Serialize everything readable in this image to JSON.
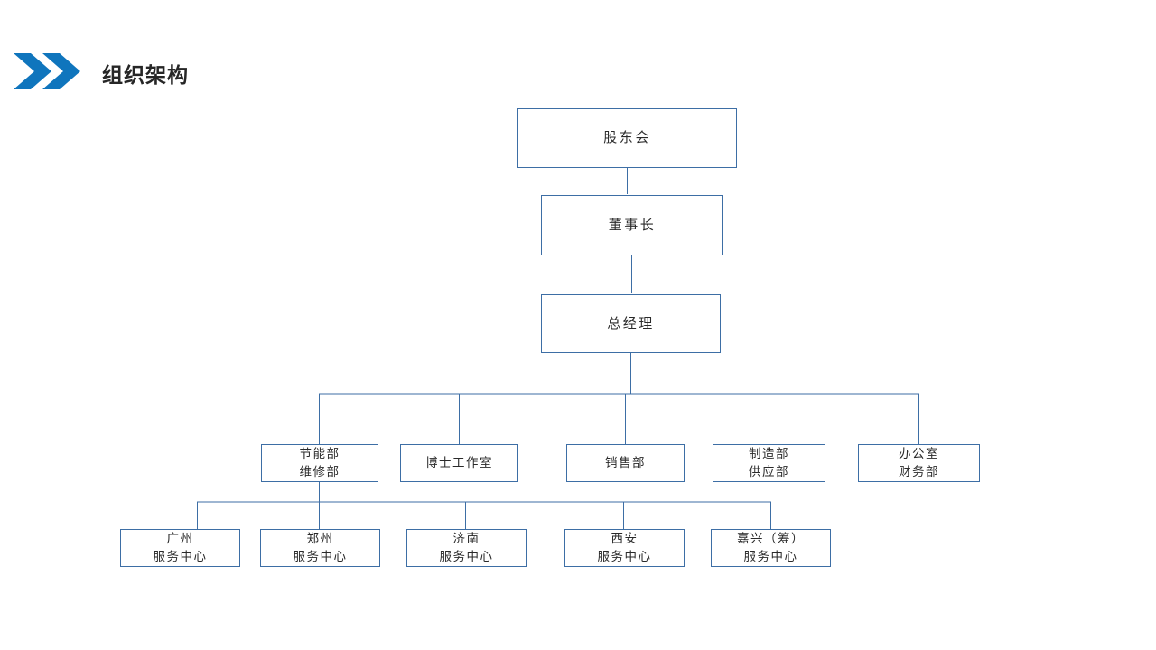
{
  "header": {
    "title": "组织架构",
    "chevron_icon": "double-chevron-right-icon",
    "accent_color": "#0f75bd",
    "title_color": "#262626"
  },
  "chart_data": {
    "type": "diagram",
    "subtype": "org-chart",
    "title": "组织架构",
    "line_color": "#3d6ea5",
    "box_fill": "#ffffff",
    "levels": [
      {
        "level": 0,
        "nodes": [
          "股东会"
        ]
      },
      {
        "level": 1,
        "nodes": [
          "董事长"
        ]
      },
      {
        "level": 2,
        "nodes": [
          "总经理"
        ]
      },
      {
        "level": 3,
        "nodes": [
          "节能部 / 维修部",
          "博士工作室",
          "销售部",
          "制造部 / 供应部",
          "办公室 / 财务部"
        ]
      },
      {
        "level": 4,
        "nodes": [
          "广州服务中心",
          "郑州服务中心",
          "济南服务中心",
          "西安服务中心",
          "嘉兴（筹）服务中心"
        ]
      }
    ],
    "edges": [
      {
        "from": "股东会",
        "to": "董事长"
      },
      {
        "from": "董事长",
        "to": "总经理"
      },
      {
        "from": "总经理",
        "to": "节能部 / 维修部"
      },
      {
        "from": "总经理",
        "to": "博士工作室"
      },
      {
        "from": "总经理",
        "to": "销售部"
      },
      {
        "from": "总经理",
        "to": "制造部 / 供应部"
      },
      {
        "from": "总经理",
        "to": "办公室 / 财务部"
      },
      {
        "from": "节能部 / 维修部",
        "to": "广州服务中心"
      },
      {
        "from": "节能部 / 维修部",
        "to": "郑州服务中心"
      },
      {
        "from": "节能部 / 维修部",
        "to": "济南服务中心"
      },
      {
        "from": "节能部 / 维修部",
        "to": "西安服务中心"
      },
      {
        "from": "节能部 / 维修部",
        "to": "嘉兴（筹）服务中心"
      }
    ]
  },
  "nodes": {
    "shareholders": {
      "line1": "股东会",
      "line2": ""
    },
    "chairman": {
      "line1": "董事长",
      "line2": ""
    },
    "general_manager": {
      "line1": "总经理",
      "line2": ""
    },
    "dept_energy": {
      "line1": "节能部",
      "line2": "维修部"
    },
    "dept_doctor_studio": {
      "line1": "博士工作室",
      "line2": ""
    },
    "dept_sales": {
      "line1": "销售部",
      "line2": ""
    },
    "dept_manufacturing": {
      "line1": "制造部",
      "line2": "供应部"
    },
    "dept_office": {
      "line1": "办公室",
      "line2": "财务部"
    },
    "center_guangzhou": {
      "line1": "广州",
      "line2": "服务中心"
    },
    "center_zhengzhou": {
      "line1": "郑州",
      "line2": "服务中心"
    },
    "center_jinan": {
      "line1": "济南",
      "line2": "服务中心"
    },
    "center_xian": {
      "line1": "西安",
      "line2": "服务中心"
    },
    "center_jiaxing": {
      "line1": "嘉兴（筹）",
      "line2": "服务中心"
    }
  }
}
